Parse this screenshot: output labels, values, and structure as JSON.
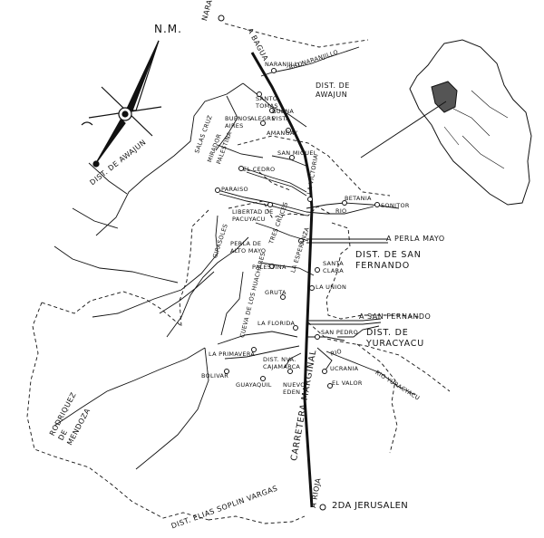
{
  "north": {
    "label": "N.M."
  },
  "districts": {
    "awajun_top": "DIST. DE AWAJUN",
    "awajun_left": "DIST. DE AWAJUN",
    "san_fernando": "DIST. DE SAN FERNANDO",
    "yuracyacu": "DIST. DE YURACYACU",
    "elias_soplin": "DIST. ELIAS SOPLIN VARGAS",
    "rodriguez": "RODRIQUEZ DE MENDOZA"
  },
  "roads": {
    "bagua": "A BAGUA",
    "rioja": "A RIOJA",
    "carretera": "CARRETERA MARGINAL",
    "perla_mayo": "A PERLA MAYO",
    "san_fernando": "A SAN FERNANDO"
  },
  "rivers": {
    "naranjillo": "RIO NARANJILLO",
    "rio1": "RIO",
    "rio2": "RIO",
    "yuracyacu": "RIO YURACYACU"
  },
  "places": {
    "naranjos": "NARANJOS",
    "naranjillo": "NARANJILLO",
    "santo_tomas": "SANTO TOMAS",
    "buena_vista": "BUENA VISTA",
    "buenos_aires": "BUENOS AIRES",
    "alegre": "ALEGRE",
    "amangay": "AMANGAY",
    "salas_cruz": "SALAS CRUZ",
    "mirador": "MIRADOR",
    "palestina_top": "PALESTINA",
    "san_miguel": "SAN MIGUEL",
    "el_cedro": "EL CEDRO",
    "paraiso": "PARAISO",
    "victoria": "LA VICTORIA",
    "betania": "BETANIA",
    "sonitor": "SONITOR",
    "libertad": "LIBERTAD DE PACUYACU",
    "girasoles": "GIRASOLES",
    "perla_alto": "PERLA DE ALTO MAYO",
    "tres_cruces": "TRES CRUCES",
    "esperanza": "LA ESPERANZA",
    "palestina": "PALESTINA",
    "santa_clara": "SANTA CLARA",
    "gruta": "GRUTA",
    "la_union": "LA UNION",
    "cueva": "CUEVA DE LOS HUACHARES",
    "la_florida": "LA FLORIDA",
    "primavera": "LA PRIMAVERA",
    "dist_nva_cajamarca": "DIST. NVA. CAJAMARCA",
    "bolivar": "BOLIVAR",
    "guayaquil": "GUAYAQUIL",
    "nuevo_eden": "NUEVO EDEN",
    "ucrania": "UCRANIA",
    "el_valor": "EL VALOR",
    "san_pedro": "SAN PEDRO",
    "jerusalen": "2DA JERUSALEN"
  }
}
